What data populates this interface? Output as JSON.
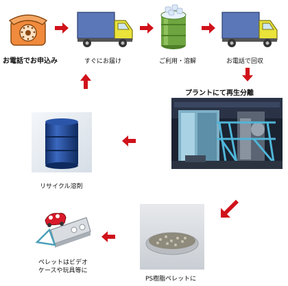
{
  "steps": {
    "phone": "お電話でお申込み",
    "delivery": "すぐにお届け",
    "use": "ご利用・溶解",
    "collect": "お電話で回収",
    "plant": "プラントにて再生分離",
    "solvent": "リサイクル溶剤",
    "pellet": "PS樹脂ペレットに",
    "products_line1": "ペレットはビデオ",
    "products_line2": "ケースや玩具等に"
  },
  "colors": {
    "arrow": "#d0121b",
    "phone": "#f08a3c",
    "truck_box": "#5b77b8",
    "truck_cab": "#e9e33a",
    "drum_green": "#6fa540",
    "drum_blue": "#1d4a9b"
  },
  "icons": [
    "phone-icon",
    "truck-icon",
    "green-drum-icon",
    "blue-drum-icon",
    "pellet-dish-icon",
    "toy-products-icon"
  ]
}
